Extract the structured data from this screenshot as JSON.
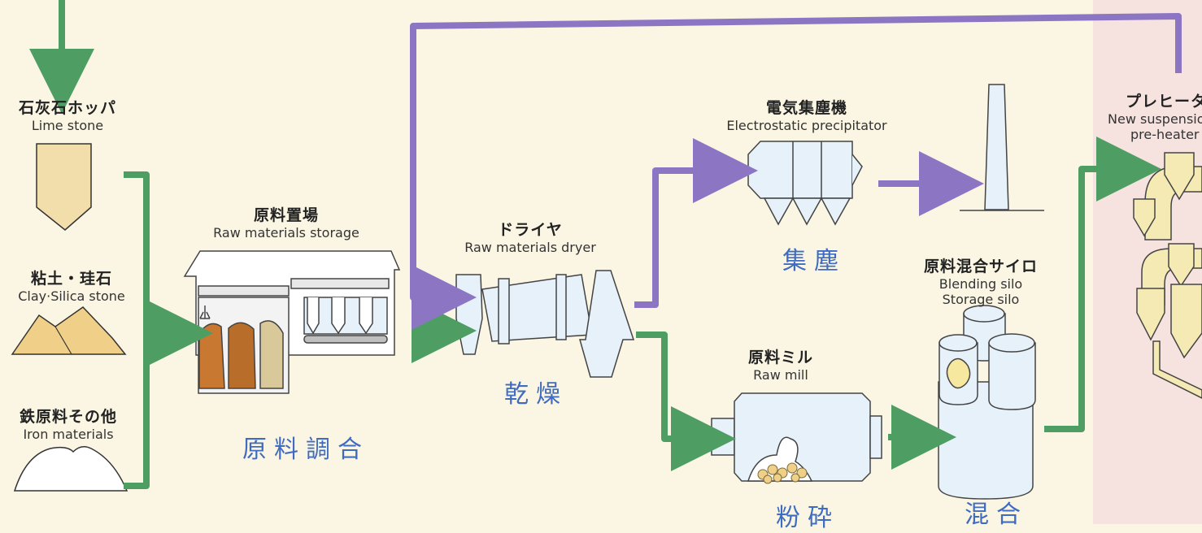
{
  "labels": {
    "limestone": {
      "jp": "石灰石ホッパ",
      "en": "Lime stone"
    },
    "clay": {
      "jp": "粘土・珪石",
      "en": "Clay·Silica stone"
    },
    "iron": {
      "jp": "鉄原料その他",
      "en": "Iron materials"
    },
    "storage": {
      "jp": "原料置場",
      "en": "Raw materials storage"
    },
    "dryer": {
      "jp": "ドライヤ",
      "en": "Raw materials dryer"
    },
    "precipitator": {
      "jp": "電気集塵機",
      "en": "Electrostatic precipitator"
    },
    "mill": {
      "jp": "原料ミル",
      "en": "Raw mill"
    },
    "silo": {
      "jp": "原料混合サイロ",
      "en1": "Blending silo",
      "en2": "Storage silo"
    },
    "preheater": {
      "jp": "プレヒータ",
      "en1": "New suspension",
      "en2": "pre-heater"
    }
  },
  "processes": {
    "blending": "原料調合",
    "drying": "乾燥",
    "dust": "集塵",
    "grinding": "粉砕",
    "mixing": "混合"
  },
  "colors": {
    "background": "#fbf6e4",
    "material_flow": "#4e9e64",
    "gas_flow": "#8c76c4",
    "process_text": "#3f6cc0",
    "equipment_fill": "#e7f1fa",
    "limestone": "#f2deaa",
    "clay": "#f0d088",
    "preheater": "#f6eab4",
    "right_panel": "#f6e3df"
  }
}
